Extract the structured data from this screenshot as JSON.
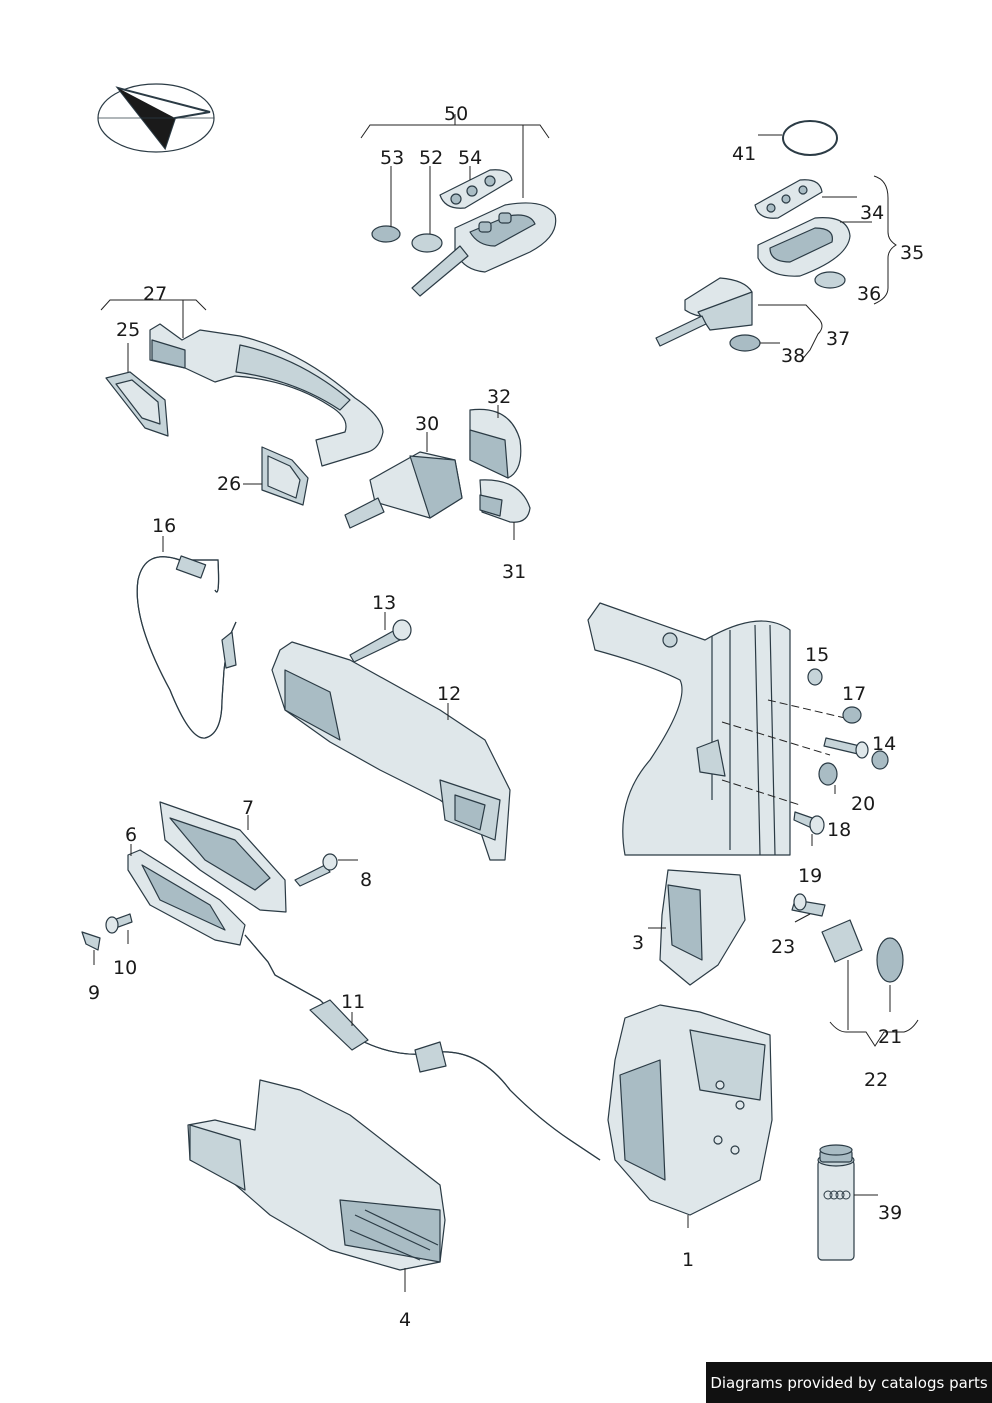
{
  "callouts": [
    {
      "id": "50",
      "text": "50"
    },
    {
      "id": "53",
      "text": "53"
    },
    {
      "id": "52",
      "text": "52"
    },
    {
      "id": "54",
      "text": "54"
    },
    {
      "id": "41",
      "text": "41"
    },
    {
      "id": "34",
      "text": "34"
    },
    {
      "id": "35",
      "text": "35"
    },
    {
      "id": "36",
      "text": "36"
    },
    {
      "id": "37",
      "text": "37"
    },
    {
      "id": "38",
      "text": "38"
    },
    {
      "id": "27",
      "text": "27"
    },
    {
      "id": "25",
      "text": "25"
    },
    {
      "id": "26",
      "text": "26"
    },
    {
      "id": "30",
      "text": "30"
    },
    {
      "id": "32",
      "text": "32"
    },
    {
      "id": "31",
      "text": "31"
    },
    {
      "id": "16",
      "text": "16"
    },
    {
      "id": "13",
      "text": "13"
    },
    {
      "id": "12",
      "text": "12"
    },
    {
      "id": "15",
      "text": "15"
    },
    {
      "id": "17",
      "text": "17"
    },
    {
      "id": "14",
      "text": "14"
    },
    {
      "id": "20",
      "text": "20"
    },
    {
      "id": "18",
      "text": "18"
    },
    {
      "id": "7",
      "text": "7"
    },
    {
      "id": "6",
      "text": "6"
    },
    {
      "id": "8",
      "text": "8"
    },
    {
      "id": "19",
      "text": "19"
    },
    {
      "id": "3",
      "text": "3"
    },
    {
      "id": "23",
      "text": "23"
    },
    {
      "id": "10",
      "text": "10"
    },
    {
      "id": "9",
      "text": "9"
    },
    {
      "id": "11",
      "text": "11"
    },
    {
      "id": "21",
      "text": "21"
    },
    {
      "id": "22",
      "text": "22"
    },
    {
      "id": "39",
      "text": "39"
    },
    {
      "id": "1",
      "text": "1"
    },
    {
      "id": "4",
      "text": "4"
    }
  ],
  "footer": {
    "text": "Diagrams provided by catalogs parts"
  },
  "colors": {
    "part_fill": "#dfe7ea",
    "part_shade": "#a9bcc4",
    "outline": "#2b3b45",
    "footer_bg": "#111111"
  }
}
